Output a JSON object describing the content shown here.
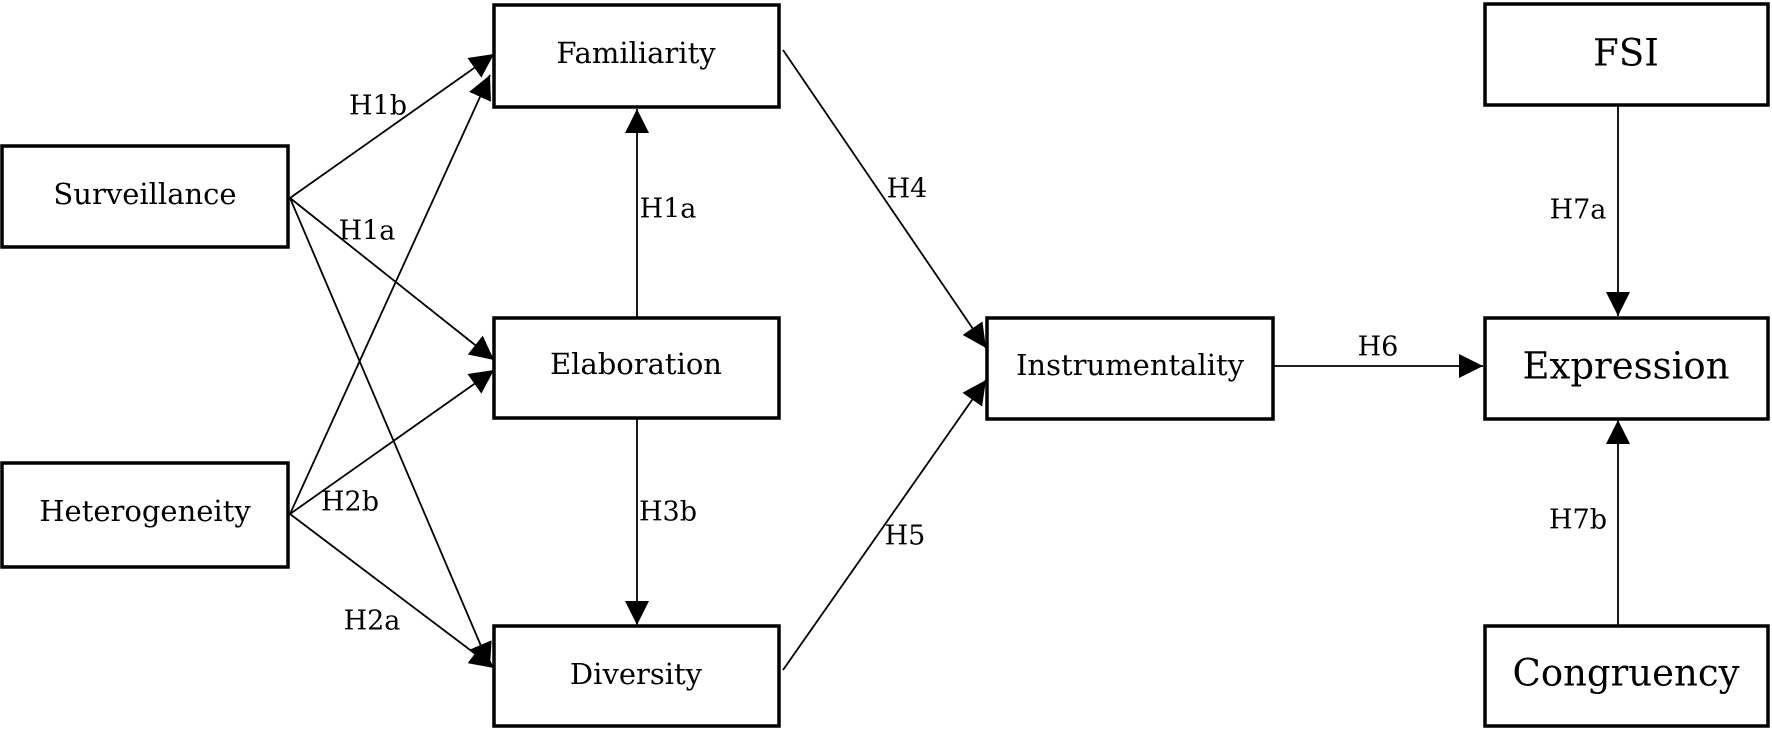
{
  "nodes": {
    "surveillance": "Surveillance",
    "heterogeneity": "Heterogeneity",
    "familiarity": "Familiarity",
    "elaboration": "Elaboration",
    "diversity": "Diversity",
    "instrumentality": "Instrumentality",
    "expression": "Expression",
    "fsi": "FSI",
    "congruency": "Congruency"
  },
  "edges": {
    "h1b": "H1b",
    "h1a_surv": "H1a",
    "h1a_elab": "H1a",
    "h2b": "H2b",
    "h2a": "H2a",
    "h3b": "H3b",
    "h4": "H4",
    "h5": "H5",
    "h6": "H6",
    "h7a": "H7a",
    "h7b": "H7b"
  }
}
